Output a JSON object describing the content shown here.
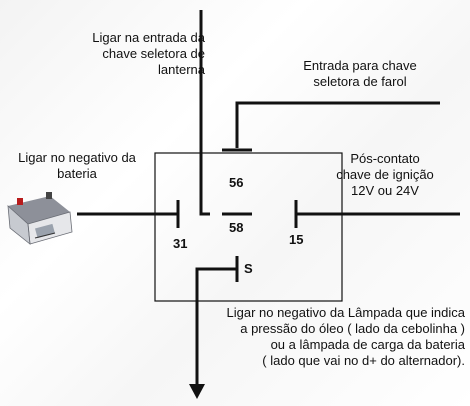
{
  "labels": {
    "lantern_switch": [
      "Ligar na entrada da",
      "chave seletora de",
      "lanterna"
    ],
    "headlight_switch": [
      "Entrada para chave",
      "seletora de farol"
    ],
    "battery_negative": [
      "Ligar no negativo da",
      "bateria"
    ],
    "ignition": [
      "Pós-contato",
      "chave de ignição",
      "12V ou 24V"
    ],
    "lamp_negative": [
      "Ligar no negativo da Lâmpada que indica",
      "a pressão do óleo ( lado da cebolinha )",
      "ou a lâmpada de carga da bateria",
      "( lado que vai no d+ do alternador)."
    ]
  },
  "pins": {
    "p56": "56",
    "p58": "58",
    "p31": "31",
    "p15": "15",
    "ps": "S"
  },
  "icons": {
    "battery": "battery-icon"
  },
  "colors": {
    "wire": "#111111",
    "box": "#111111"
  }
}
